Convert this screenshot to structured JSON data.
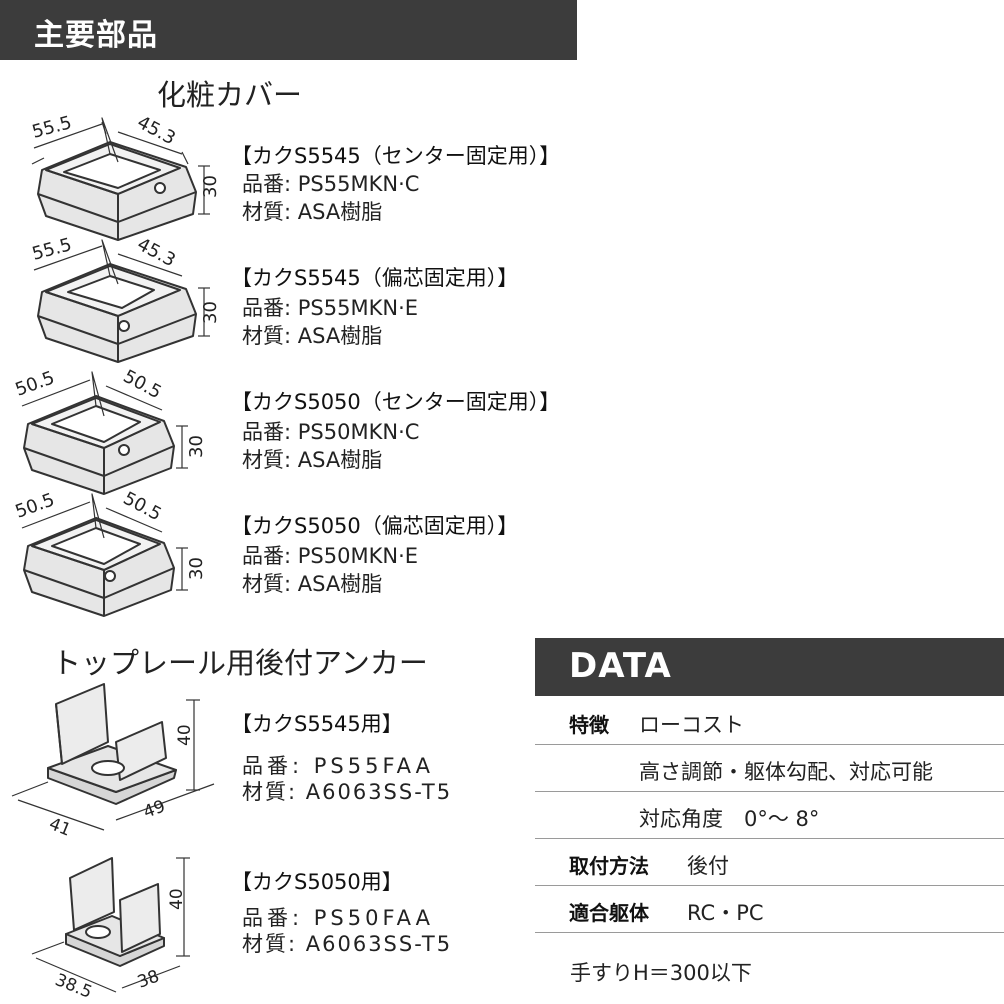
{
  "header": {
    "title": "主要部品"
  },
  "covers": {
    "section_title": "化粧カバー",
    "items": [
      {
        "dim_a": "55.5",
        "dim_b": "45.3",
        "height": "30",
        "title": "【カクS5545（センター固定用）】",
        "part_no": "品番: PS55MKN·C",
        "material": "材質: ASA樹脂"
      },
      {
        "dim_a": "55.5",
        "dim_b": "45.3",
        "height": "30",
        "title": "【カクS5545（偏芯固定用）】",
        "part_no": "品番: PS55MKN·E",
        "material": "材質: ASA樹脂"
      },
      {
        "dim_a": "50.5",
        "dim_b": "50.5",
        "height": "30",
        "title": "【カクS5050（センター固定用）】",
        "part_no": "品番: PS50MKN·C",
        "material": "材質: ASA樹脂"
      },
      {
        "dim_a": "50.5",
        "dim_b": "50.5",
        "height": "30",
        "title": "【カクS5050（偏芯固定用）】",
        "part_no": "品番: PS50MKN·E",
        "material": "材質: ASA樹脂"
      }
    ]
  },
  "anchors": {
    "section_title": "トップレール用後付アンカー",
    "items": [
      {
        "dim_a": "41",
        "dim_b": "49",
        "height": "40",
        "title": "【カクS5545用】",
        "part_no": "品番: PS55FAA",
        "material": "材質: A6063SS-T5"
      },
      {
        "dim_a": "38.5",
        "dim_b": "38",
        "height": "40",
        "title": "【カクS5050用】",
        "part_no": "品番: PS50FAA",
        "material": "材質: A6063SS-T5"
      }
    ]
  },
  "data": {
    "title": "DATA",
    "rows": [
      {
        "key": "特徴",
        "value": "ローコスト"
      },
      {
        "key": "",
        "value": "高さ調節・躯体勾配、対応可能"
      },
      {
        "key": "",
        "value": "対応角度　0°〜 8°"
      },
      {
        "key": "取付方法",
        "value": "後付"
      },
      {
        "key": "適合躯体",
        "value": "RC・PC"
      }
    ],
    "footnote": "手すりH＝300以下"
  },
  "colors": {
    "bar": "#3c3c3c",
    "part_fill": "#e6e6e6",
    "part_stroke": "#333333"
  }
}
